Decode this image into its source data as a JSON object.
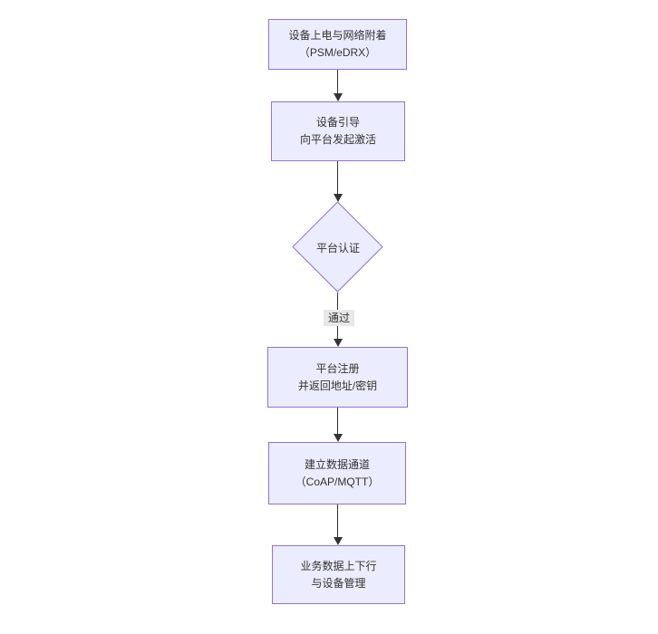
{
  "diagram": {
    "type": "flowchart-top-down",
    "colors": {
      "canvas_bg": "#ffffff",
      "node_fill": "#ECECFF",
      "node_border": "#9370DB",
      "text_color": "#333333",
      "arrow_color": "#333333",
      "edge_label_bg": "#e8e8e8"
    },
    "nodes": [
      {
        "id": "power-attach",
        "shape": "rect",
        "lines": [
          "设备上电与网络附着",
          "（PSM/eDRX）"
        ]
      },
      {
        "id": "bootstrap",
        "shape": "rect",
        "lines": [
          "设备引导",
          "向平台发起激活"
        ]
      },
      {
        "id": "platform-auth",
        "shape": "diamond",
        "lines": [
          "平台认证"
        ]
      },
      {
        "id": "register",
        "shape": "rect",
        "lines": [
          "平台注册",
          "并返回地址/密钥"
        ]
      },
      {
        "id": "data-channel",
        "shape": "rect",
        "lines": [
          "建立数据通道",
          "（CoAP/MQTT）"
        ]
      },
      {
        "id": "business-data",
        "shape": "rect",
        "lines": [
          "业务数据上下行",
          "与设备管理"
        ]
      }
    ],
    "edges": [
      {
        "from": "power-attach",
        "to": "bootstrap",
        "label": ""
      },
      {
        "from": "bootstrap",
        "to": "platform-auth",
        "label": ""
      },
      {
        "from": "platform-auth",
        "to": "register",
        "label": "通过"
      },
      {
        "from": "register",
        "to": "data-channel",
        "label": ""
      },
      {
        "from": "data-channel",
        "to": "business-data",
        "label": ""
      }
    ]
  }
}
